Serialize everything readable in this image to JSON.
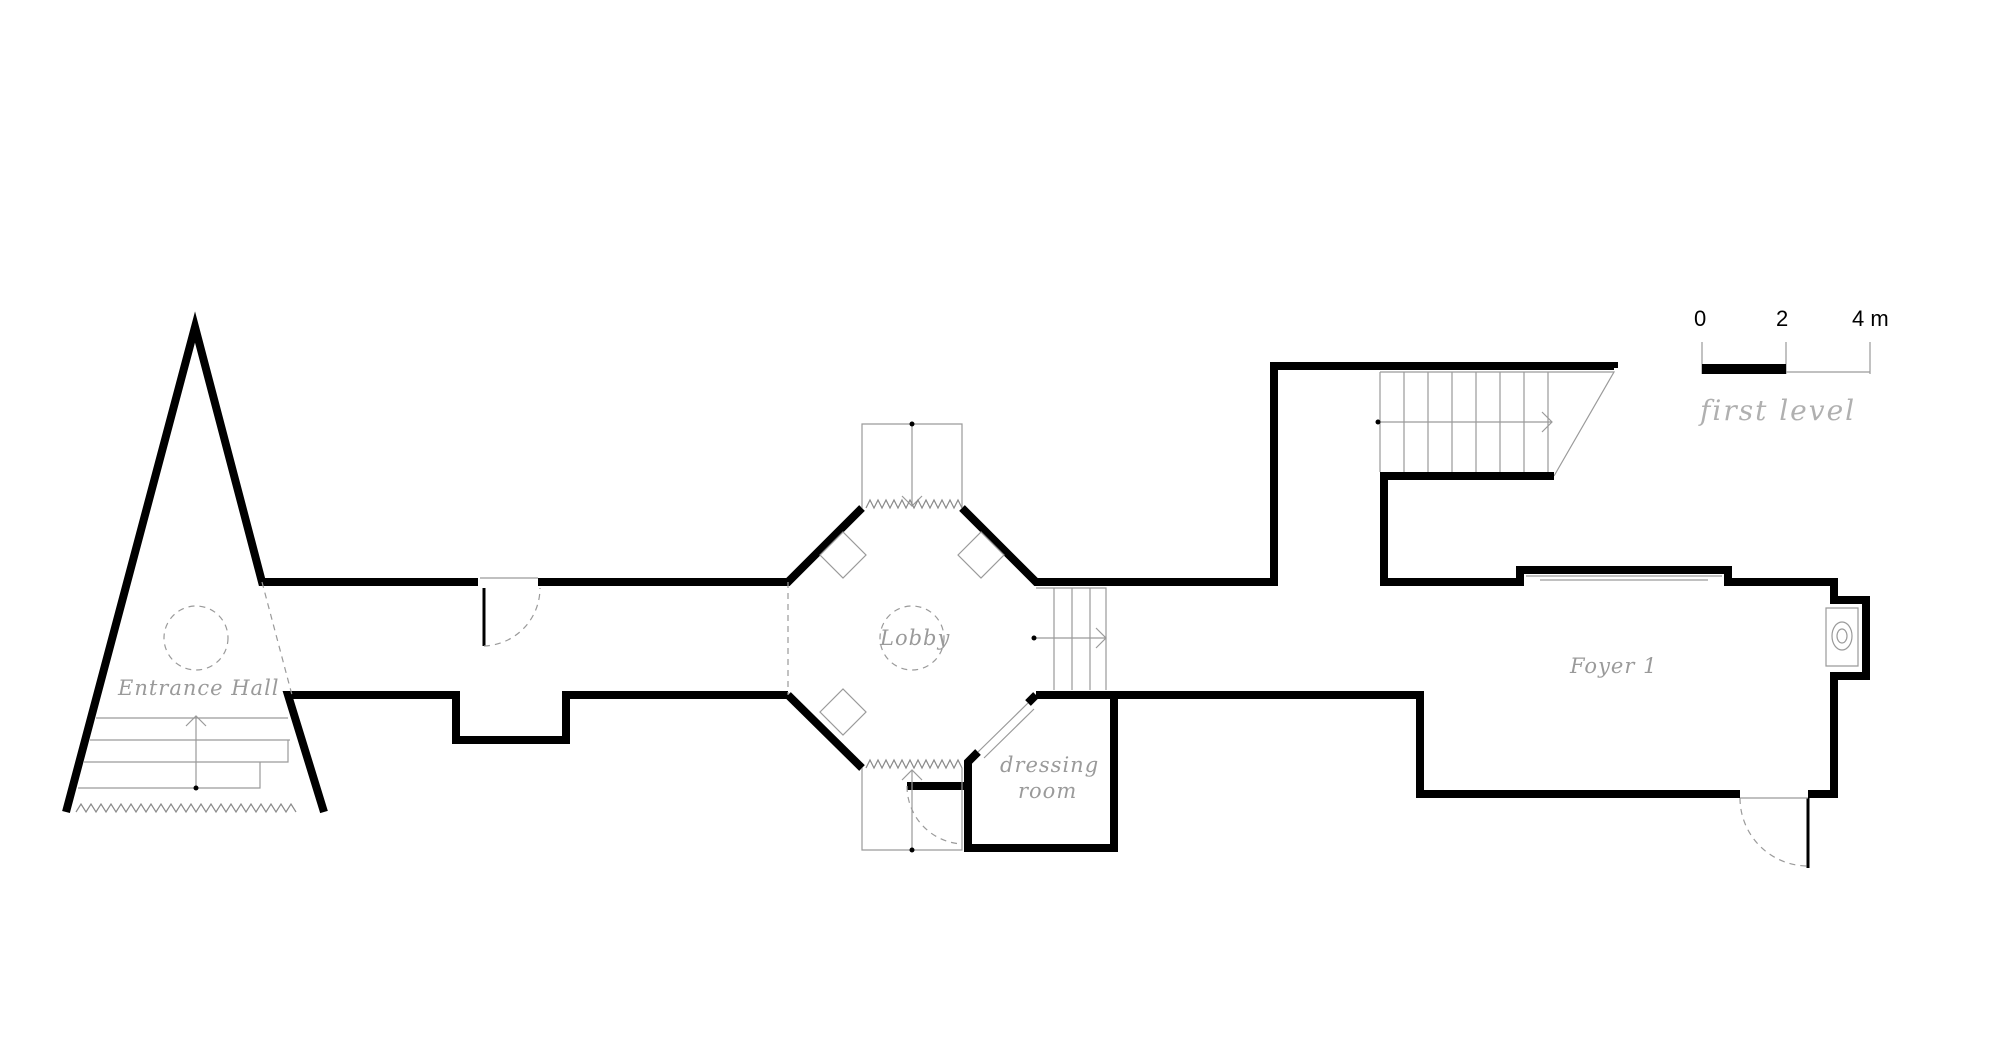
{
  "rooms": {
    "entrance_hall": "Entrance  Hall",
    "lobby": "Lobby",
    "foyer": "Foyer  1",
    "dressing": "dressing",
    "dressing_line2": "room"
  },
  "scale": {
    "tick_0": "0",
    "tick_2": "2",
    "tick_4": "4 m",
    "level": "first  level"
  },
  "colors": {
    "wall": "#000000",
    "annotation": "#9a9a9a"
  }
}
